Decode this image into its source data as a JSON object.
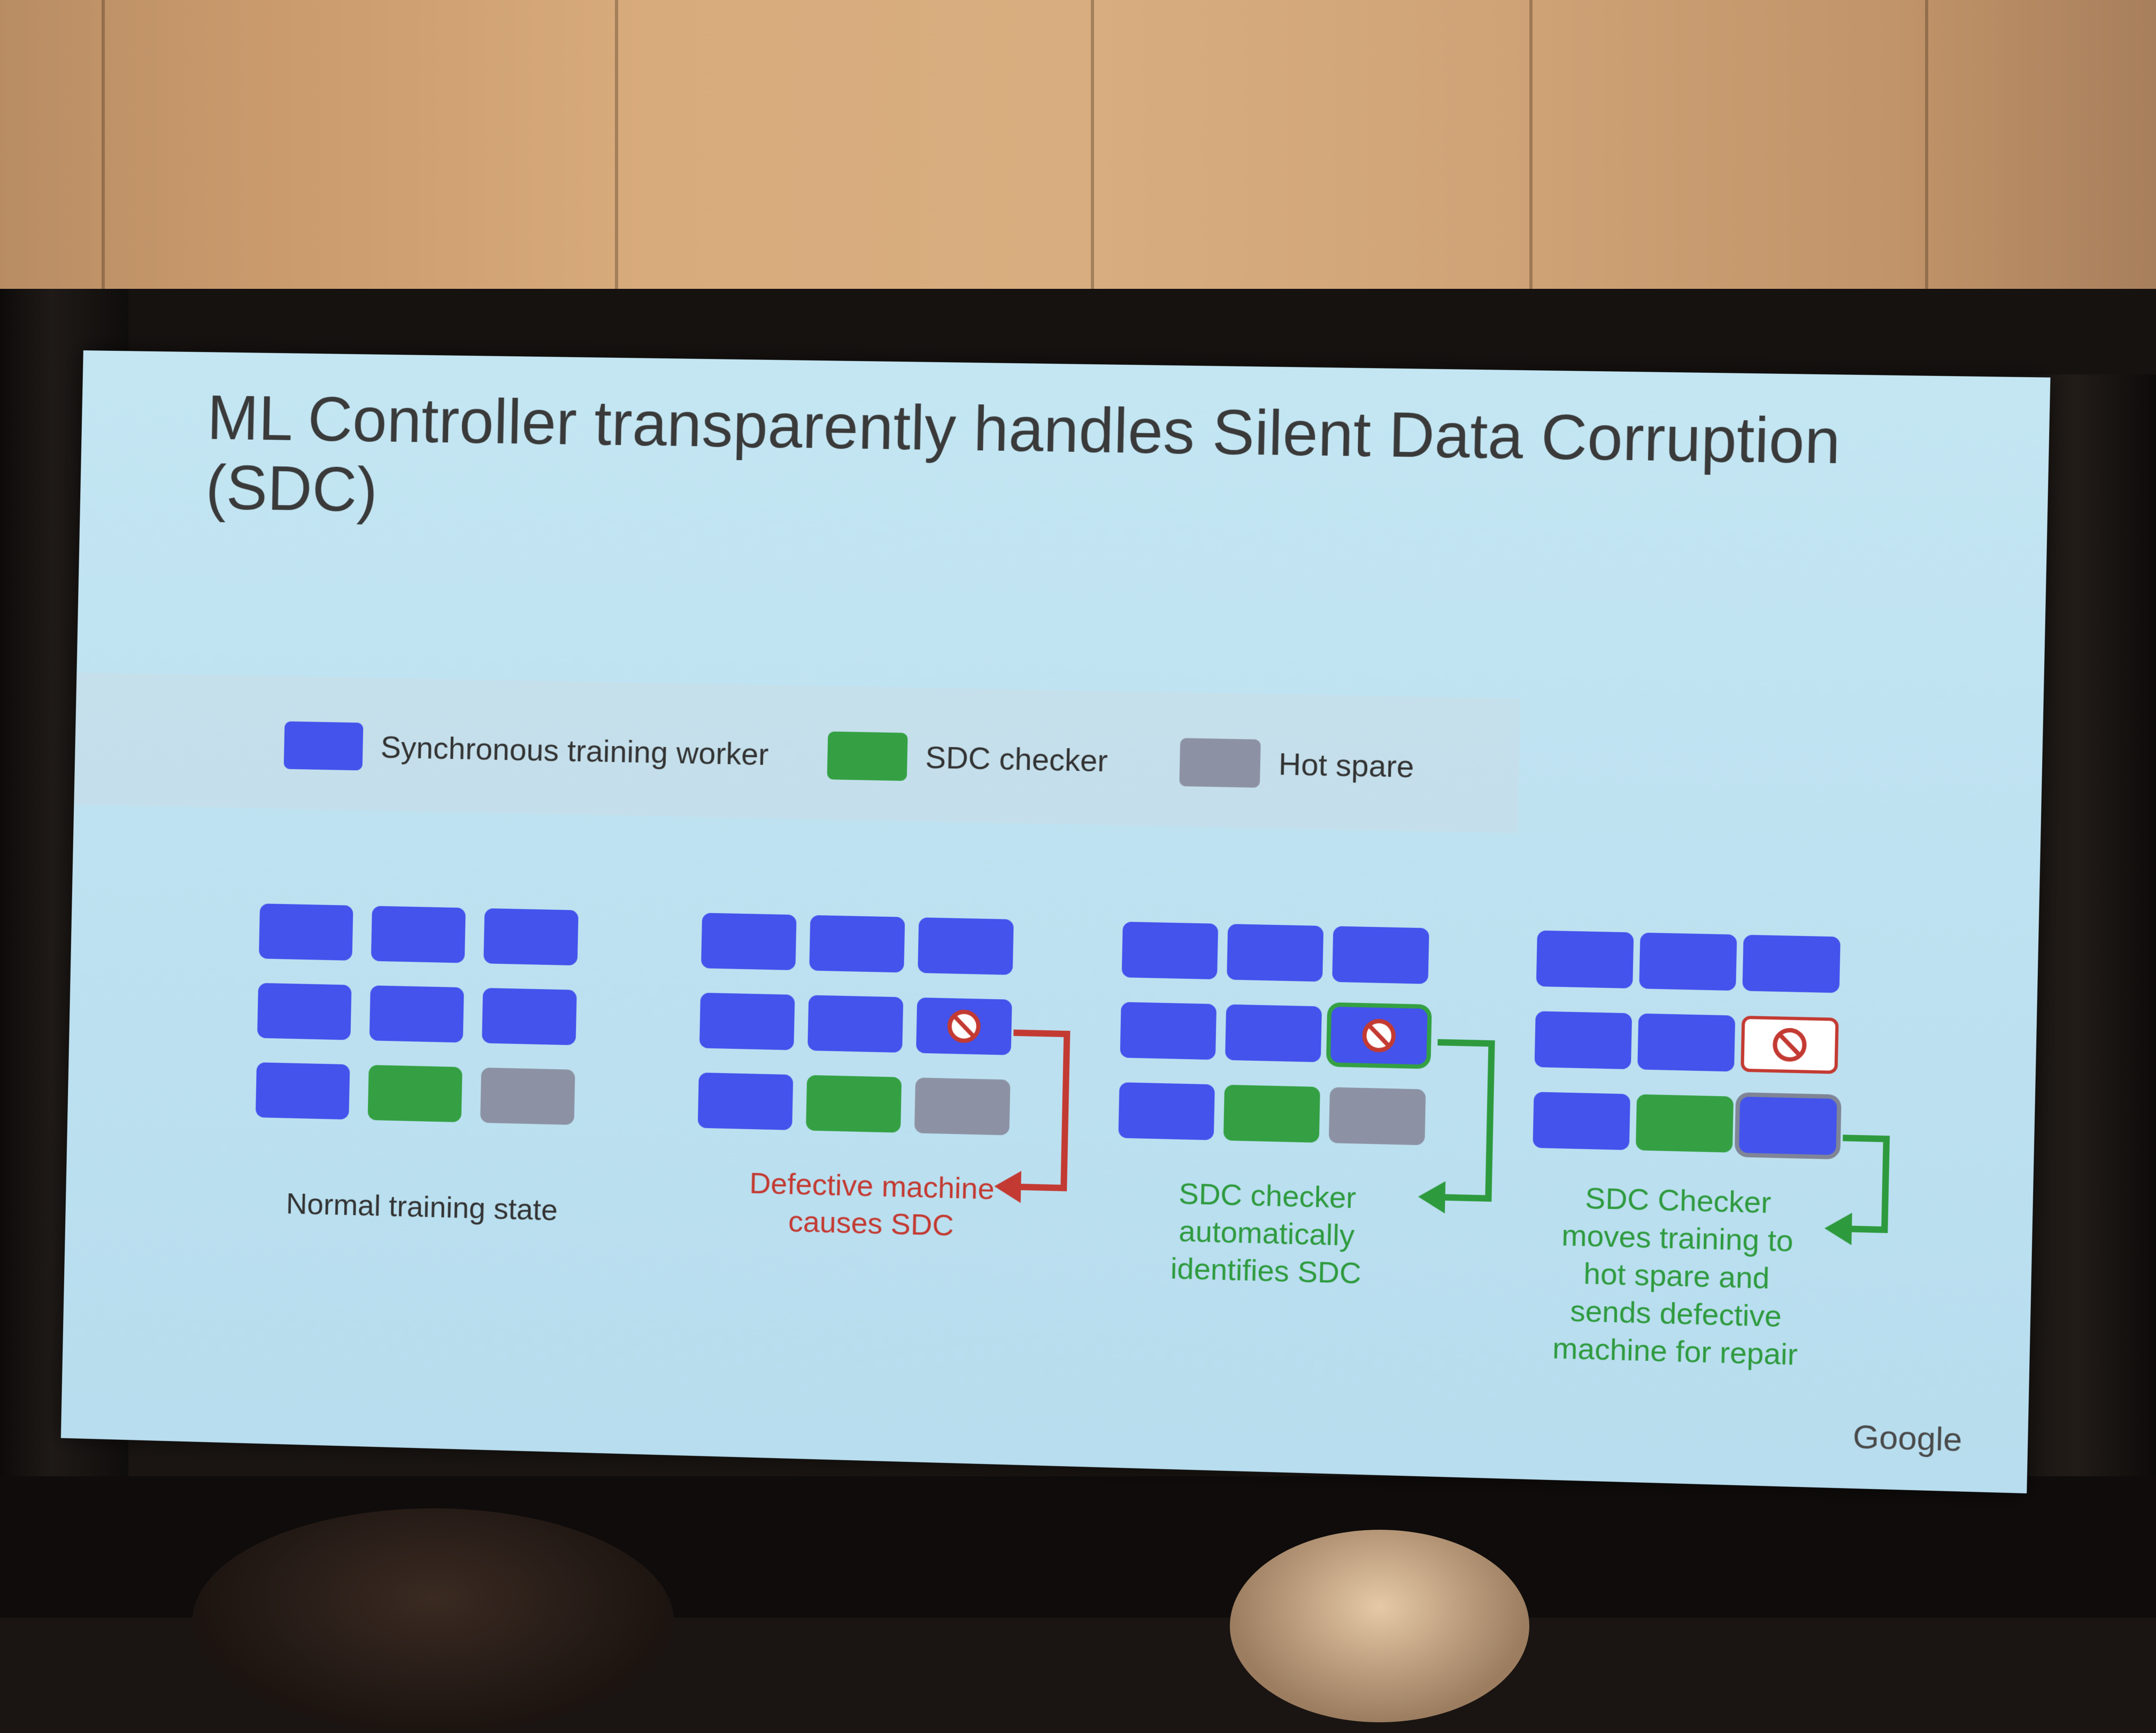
{
  "slide": {
    "title": "ML Controller transparently handles Silent Data Corruption (SDC)",
    "logo": "Google"
  },
  "legend": [
    {
      "label": "Synchronous training worker",
      "color": "#4353ec"
    },
    {
      "label": "SDC checker",
      "color": "#34a043"
    },
    {
      "label": "Hot spare",
      "color": "#8c92a4"
    }
  ],
  "panels": [
    {
      "caption": "Normal training state",
      "caption_color": "#333333"
    },
    {
      "caption": "Defective machine causes SDC",
      "caption_color": "#c33a32"
    },
    {
      "caption": "SDC checker automatically identifies SDC",
      "caption_color": "#2e9a3e"
    },
    {
      "caption": "SDC Checker moves training to hot spare and sends defective machine for repair",
      "caption_color": "#2e9a3e"
    }
  ],
  "colors": {
    "worker": "#4353ec",
    "checker": "#34a043",
    "spare": "#8c92a4",
    "error": "#c33a32",
    "success": "#2e9a3e"
  }
}
